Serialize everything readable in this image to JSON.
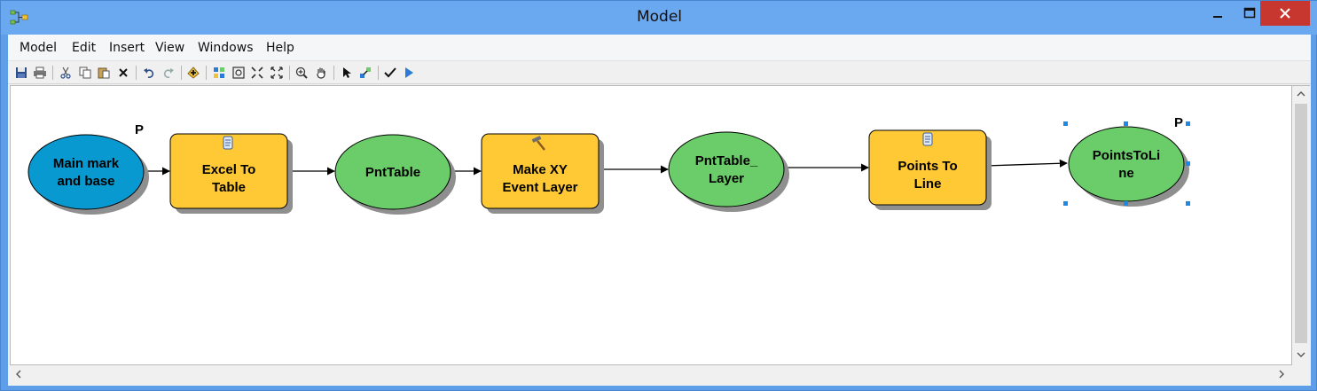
{
  "window": {
    "title": "Model",
    "app_icon": "model-builder-icon",
    "controls": [
      "minimize-icon",
      "maximize-icon",
      "close-icon"
    ]
  },
  "menubar": {
    "items": [
      "Model",
      "Edit",
      "Insert",
      "View",
      "Windows",
      "Help"
    ]
  },
  "toolbar": {
    "buttons": [
      "save-icon",
      "print-icon",
      "cut-icon",
      "copy-icon",
      "paste-icon",
      "delete-icon",
      "undo-icon",
      "redo-icon",
      "add-data-icon",
      "auto-layout-icon",
      "full-extent-icon",
      "fixed-zoom-in-icon",
      "fixed-zoom-out-icon",
      "zoom-in-icon",
      "pan-icon",
      "select-icon",
      "connect-icon",
      "validate-icon",
      "run-icon"
    ]
  },
  "diagram": {
    "nodes": [
      {
        "id": "main-mark",
        "shape": "ellipse",
        "label": "Main mark and base",
        "line1": "Main mark",
        "line2": "and base",
        "color": "#0799cf",
        "param": "P"
      },
      {
        "id": "excel-to-table",
        "shape": "tool",
        "line1": "Excel To",
        "line2": "Table",
        "color": "#fec934",
        "icon": "script-tool-icon"
      },
      {
        "id": "pnttable",
        "shape": "ellipse",
        "line1": "PntTable",
        "line2": "",
        "color": "#6bcd69"
      },
      {
        "id": "make-xy",
        "shape": "tool",
        "line1": "Make XY",
        "line2": "Event Layer",
        "color": "#fec934",
        "icon": "hammer-tool-icon"
      },
      {
        "id": "pnttable-layer",
        "shape": "ellipse",
        "line1": "PntTable_",
        "line2": "Layer",
        "color": "#6bcd69"
      },
      {
        "id": "points-to-line",
        "shape": "tool",
        "line1": "Points To",
        "line2": "Line",
        "color": "#fec934",
        "icon": "script-tool-icon"
      },
      {
        "id": "pointstoline",
        "shape": "ellipse",
        "line1": "PointsToLi",
        "line2": "ne",
        "color": "#6bcd69",
        "param": "P",
        "selected": true
      }
    ]
  }
}
